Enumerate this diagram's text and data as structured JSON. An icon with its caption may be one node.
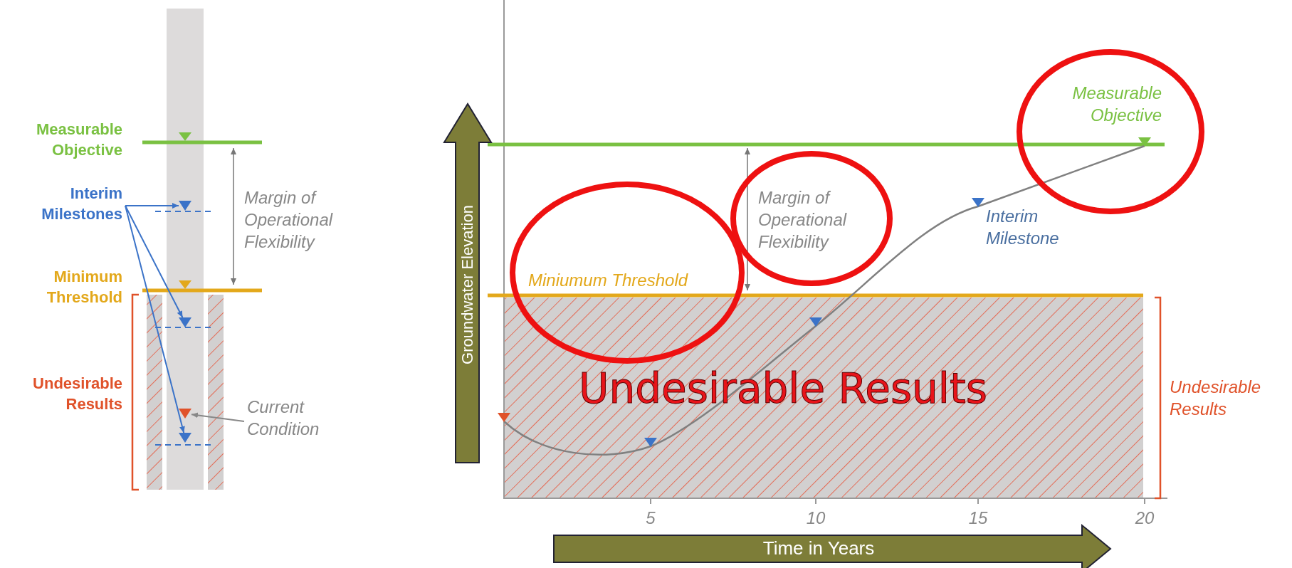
{
  "diagram": {
    "nodes": [
      {
        "text": [
          "Interim Milestones"
        ]
      },
      {
        "text": [],
        "shape": "triangle"
      },
      {
        "text": [],
        "shape": "triangle"
      },
      {
        "text": [],
        "shape": "triangle"
      },
      {
        "text": [],
        "shape": "triangle"
      },
      {
        "text": [
          "Current Condition"
        ]
      }
    ],
    "edges": [
      {
        "from": 0,
        "to": 1,
        "arrow": "to"
      },
      {
        "from": 0,
        "to": 2,
        "arrow": "to"
      },
      {
        "from": 0,
        "to": 4,
        "arrow": "to"
      },
      {
        "from": 5,
        "to": 3,
        "arrow": "to",
        "color": "#888888"
      }
    ],
    "labels": [
      "Measurable Objective",
      "Margin of Operational Flexibility",
      "Minimum Threshold",
      "Undesirable Results",
      "Groundwater Elevation",
      "Measurable Objective",
      "Margin of Operational Flexibility",
      "Interim Milestone",
      "Miniumum Threshold",
      "Undesirable Results",
      "Undesirable Results",
      "5",
      "10",
      "15",
      "20",
      "Time in Years"
    ]
  }
}
